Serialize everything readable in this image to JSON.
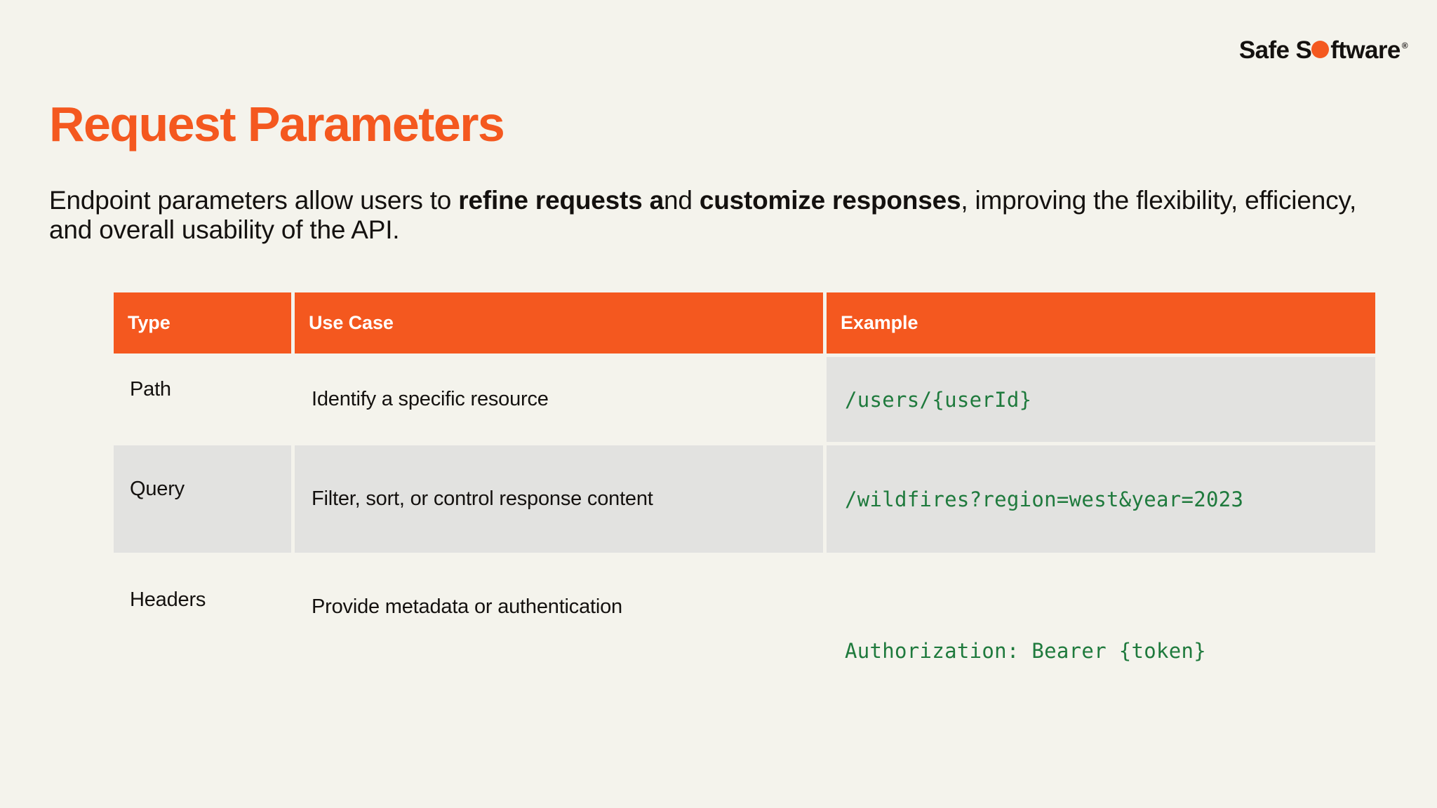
{
  "brand": {
    "logo_part1": "Safe S",
    "logo_dot_icon": "orange-circle-o",
    "logo_part2": "ftware",
    "logo_trademark": "®",
    "accent_color": "#F4581F",
    "background_color": "#F4F3EC",
    "code_color": "#1F7A3D",
    "row_alt_color": "#E2E2E0"
  },
  "heading": {
    "title": "Request Parameters",
    "subtitle": {
      "part1": "Endpoint parameters allow users to ",
      "bold1": "refine requests a",
      "part2": "nd ",
      "bold2": "customize responses",
      "part3": ", improving the flexibility, efficiency, and overall usability of the API."
    }
  },
  "table": {
    "columns": [
      "Type",
      "Use Case",
      "Example"
    ],
    "rows": [
      {
        "type": "Path",
        "use_case": "Identify a specific resource",
        "example": "/users/{userId}",
        "type_shade": "plain",
        "use_case_shade": "plain",
        "example_shade": "grey"
      },
      {
        "type": "Query",
        "use_case": "Filter, sort, or control response content",
        "example": "/wildfires?region=west&year=2023",
        "type_shade": "grey",
        "use_case_shade": "grey",
        "example_shade": "grey"
      },
      {
        "type": "Headers",
        "use_case": "Provide metadata or authentication",
        "example": "Authorization: Bearer {token}",
        "type_shade": "plain",
        "use_case_shade": "plain",
        "example_shade": "plain"
      }
    ]
  }
}
